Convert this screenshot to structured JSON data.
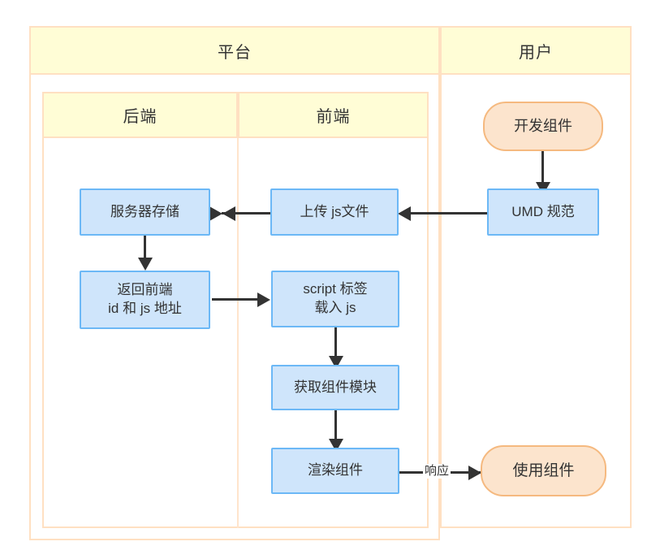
{
  "diagram": {
    "title_visible": false,
    "colors": {
      "container_border": "#ffe0c2",
      "container_header_bg": "#fffdd6",
      "rect_fill": "#cfe5fb",
      "rect_border": "#6cb8f6",
      "round_fill": "#fce4cd",
      "round_border": "#f5b97f",
      "edge": "#333333",
      "text": "#333333",
      "background": "#ffffff"
    },
    "containers": {
      "platform": {
        "label": "平台"
      },
      "user": {
        "label": "用户"
      },
      "backend": {
        "label": "后端"
      },
      "frontend": {
        "label": "前端"
      }
    },
    "nodes": {
      "server_storage": {
        "label": "服务器存储",
        "shape": "rect",
        "lane": "后端"
      },
      "return_frontend": {
        "label": "返回前端\nid 和 js 地址",
        "shape": "rect",
        "lane": "后端"
      },
      "upload_js": {
        "label": "上传 js文件",
        "shape": "rect",
        "lane": "前端"
      },
      "script_tag": {
        "label": "script 标签\n载入 js",
        "shape": "rect",
        "lane": "前端"
      },
      "get_module": {
        "label": "获取组件模块",
        "shape": "rect",
        "lane": "前端"
      },
      "render_component": {
        "label": "渲染组件",
        "shape": "rect",
        "lane": "前端"
      },
      "develop_component": {
        "label": "开发组件",
        "shape": "round",
        "lane": "用户"
      },
      "umd_spec": {
        "label": "UMD 规范",
        "shape": "rect",
        "lane": "用户"
      },
      "use_component": {
        "label": "使用组件",
        "shape": "round",
        "lane": "用户"
      }
    },
    "edges": [
      {
        "from": "develop_component",
        "to": "umd_spec",
        "label": "",
        "direction": "down"
      },
      {
        "from": "umd_spec",
        "to": "upload_js",
        "label": "",
        "direction": "left"
      },
      {
        "from": "upload_js",
        "to": "server_storage",
        "label": "",
        "direction": "left"
      },
      {
        "from": "server_storage",
        "to": "return_frontend",
        "label": "",
        "direction": "down"
      },
      {
        "from": "return_frontend",
        "to": "script_tag",
        "label": "",
        "direction": "right"
      },
      {
        "from": "script_tag",
        "to": "get_module",
        "label": "",
        "direction": "down"
      },
      {
        "from": "get_module",
        "to": "render_component",
        "label": "",
        "direction": "down"
      },
      {
        "from": "render_component",
        "to": "use_component",
        "label": "响应",
        "direction": "right"
      }
    ],
    "edge_labels": {
      "response": "响应"
    }
  }
}
